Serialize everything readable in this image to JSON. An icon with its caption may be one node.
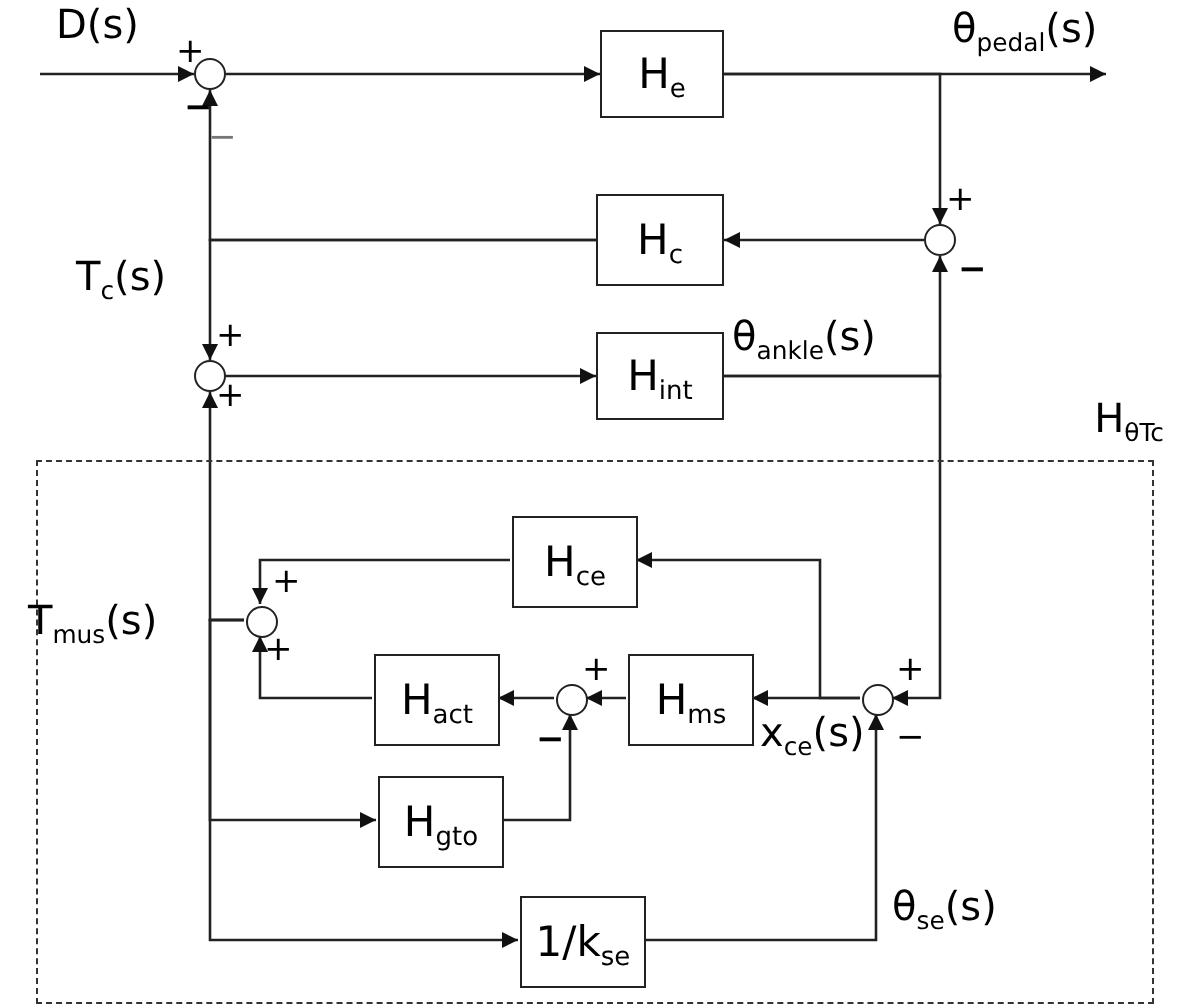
{
  "diagram": {
    "nodes": [
      {
        "text": [],
        "shape": "circle"
      },
      {
        "text": [
          "H$_{e}$"
        ]
      },
      {
        "text": [
          "H$_{c}$"
        ]
      },
      {
        "text": [],
        "shape": "circle"
      },
      {
        "text": [],
        "shape": "circle"
      },
      {
        "text": [
          "H$_{int}$"
        ]
      },
      {
        "text": [
          "H$_{θTc}$"
        ]
      },
      {
        "text": [
          "H$_{ce}$"
        ],
        "in": 6
      },
      {
        "text": [],
        "shape": "circle",
        "in": 6
      },
      {
        "text": [
          "H$_{act}$"
        ],
        "in": 6
      },
      {
        "text": [],
        "shape": "circle",
        "in": 6
      },
      {
        "text": [
          "H$_{ms}$"
        ],
        "in": 6
      },
      {
        "text": [],
        "shape": "circle",
        "in": 6
      },
      {
        "text": [
          "H$_{gto}$"
        ],
        "in": 6
      },
      {
        "text": [
          "1/k$_{se}$"
        ],
        "in": 6
      },
      {
        "text": [
          "D(s)"
        ]
      },
      {
        "text": [
          "θ$_{pedal}$(s)"
        ]
      }
    ],
    "edges": [
      {
        "from": 15,
        "to": 0,
        "arrow": "to"
      },
      {
        "from": 0,
        "to": 1,
        "arrow": "to"
      },
      {
        "from": 1,
        "to": 16,
        "arrow": "to"
      },
      {
        "from": 1,
        "to": 3,
        "arrow": "to"
      },
      {
        "from": 3,
        "to": 2,
        "arrow": "to"
      },
      {
        "from": 2,
        "to": 0,
        "arrow": "to"
      },
      {
        "from": 2,
        "to": 4,
        "arrow": "to"
      },
      {
        "from": 4,
        "to": 5,
        "arrow": "to"
      },
      {
        "from": 5,
        "to": 3,
        "arrow": "to"
      },
      {
        "from": 5,
        "to": 12,
        "arrow": "to"
      },
      {
        "from": 12,
        "to": 11,
        "arrow": "to"
      },
      {
        "from": 12,
        "to": 7,
        "arrow": "to"
      },
      {
        "from": 11,
        "to": 10,
        "arrow": "to"
      },
      {
        "from": 10,
        "to": 9,
        "arrow": "to"
      },
      {
        "from": 9,
        "to": 8,
        "arrow": "to"
      },
      {
        "from": 7,
        "to": 8,
        "arrow": "to"
      },
      {
        "from": 8,
        "to": 4,
        "arrow": "to"
      },
      {
        "from": 8,
        "to": 13,
        "arrow": "to"
      },
      {
        "from": 8,
        "to": 14,
        "arrow": "to"
      },
      {
        "from": 13,
        "to": 10,
        "arrow": "to"
      },
      {
        "from": 14,
        "to": 12,
        "arrow": "to"
      }
    ],
    "labels": [
      "+",
      "−",
      "−",
      "+",
      "−",
      "T$_{c}$(s)",
      "+",
      "+",
      "θ$_{ankle}$(s)",
      "T$_{mus}$(s)",
      "+",
      "+",
      "+",
      "−",
      "+",
      "x$_{ce}$(s)",
      "−",
      "θ$_{se}$(s)"
    ]
  }
}
